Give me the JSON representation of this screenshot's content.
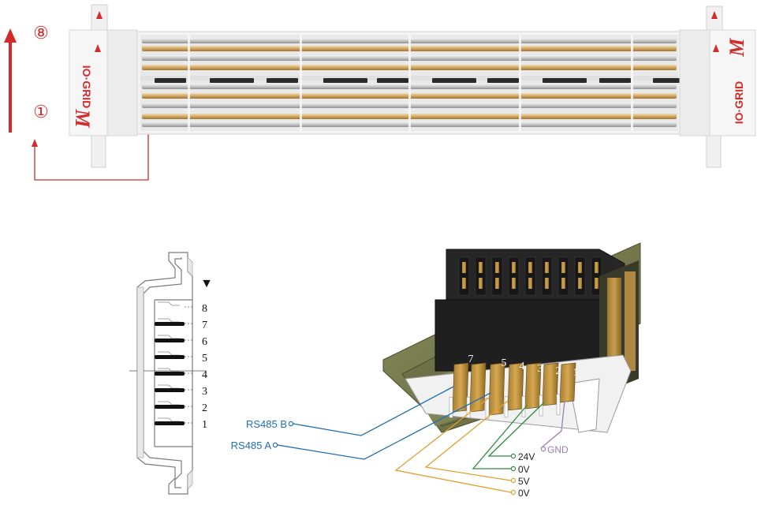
{
  "top_view": {
    "pin_top_marker": "⑧",
    "pin_bottom_marker": "①",
    "brand_text": "IO·GRID",
    "brand_logo": "M",
    "triangle_glyph": "▲"
  },
  "cross_section": {
    "marker": "▼",
    "pin_labels": [
      "8",
      "7",
      "6",
      "5",
      "4",
      "3",
      "2",
      "1"
    ]
  },
  "connector_3d": {
    "pin_numbers": [
      "7",
      "5",
      "4",
      "3",
      "2",
      "1"
    ],
    "signals": {
      "rs485_b": "RS485 B",
      "rs485_a": "RS485 A",
      "gnd": "GND",
      "v24": "24V",
      "v0_green": "0V",
      "v5": "5V",
      "v0_orange": "0V"
    },
    "colors": {
      "rs485": "#1f6fb2",
      "gnd": "#9a7fb8",
      "green": "#2e8b3e",
      "orange": "#e0a030"
    }
  },
  "accent_color": "#d42a2a"
}
